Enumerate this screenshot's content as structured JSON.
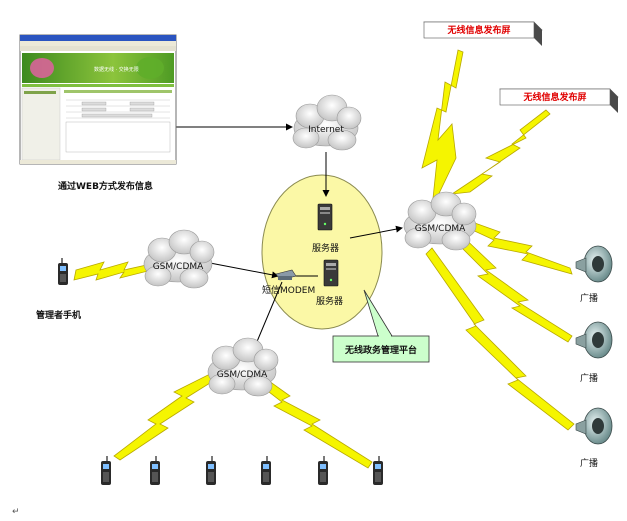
{
  "web_caption": "通过WEB方式发布信息",
  "browser": {
    "banner_text": "数据无线 · 交换无限"
  },
  "internet_label": "Internet",
  "gsm_top_right": "GSM/CDMA",
  "gsm_left": "GSM/CDMA",
  "gsm_bottom": "GSM/CDMA",
  "server1_label": "服务器",
  "server2_label": "服务器",
  "modem_label": "短信MODEM",
  "platform_label": "无线政务管理平台",
  "manager_label": "管理者手机",
  "screen1_label": "无线信息发布屏",
  "screen2_label": "无线信息发布屏",
  "speaker_labels": [
    "广播",
    "广播",
    "广播"
  ],
  "return_mark": "↵",
  "colors": {
    "bolt": "#f5f500",
    "bolt_stroke": "#b8a800",
    "platform_fill": "#fbf8a6",
    "callout_fill": "#ccffcc",
    "sign_text": "#e00000",
    "cloud": "#d9d9d9"
  }
}
